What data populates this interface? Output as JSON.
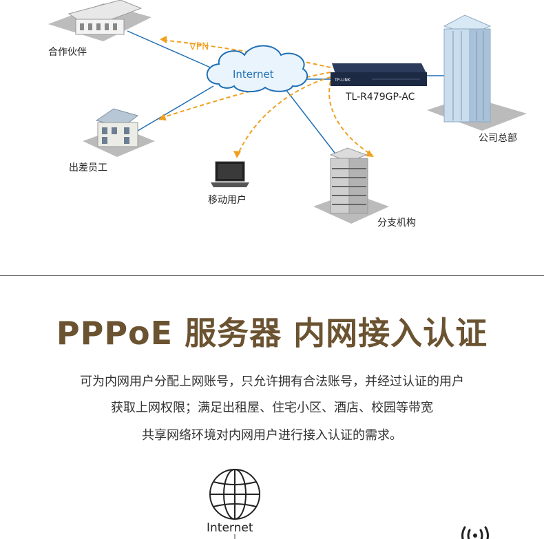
{
  "diagram": {
    "nodes": {
      "partner": "合作伙伴",
      "travel": "出差员工",
      "mobile": "移动用户",
      "branch": "分支机构",
      "hq": "公司总部",
      "router": "TL-R479GP-AC",
      "internet": "Internet",
      "router_brand": "TP-LINK"
    },
    "vpn_label": "VPN"
  },
  "section": {
    "title": "PPPoE 服务器  内网接入认证",
    "description": [
      "可为内网用户分配上网账号，只允许拥有合法账号，并经过认证的用户",
      "获取上网权限；满足出租屋、住宅小区、酒店、校园等带宽",
      "共享网络环境对内网用户进行接入认证的需求。"
    ]
  },
  "bottom": {
    "internet_label": "Internet"
  },
  "colors": {
    "title": "#6b5331",
    "vpn_line": "#f0a020",
    "link_line": "#1f6fb5"
  }
}
